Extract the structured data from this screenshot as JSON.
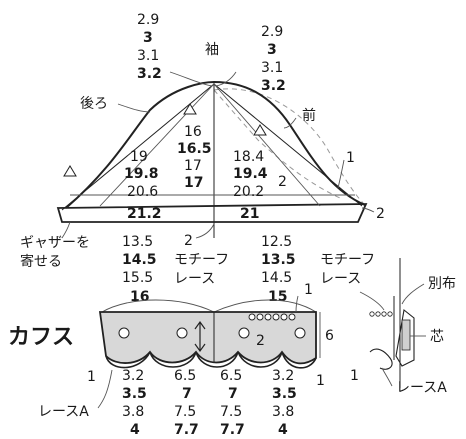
{
  "sleeve": {
    "title": "袖",
    "back_label": "後ろ",
    "front_label": "前",
    "cap_left": [
      "2.9",
      "3",
      "3.1",
      "3.2"
    ],
    "cap_right": [
      "2.9",
      "3",
      "3.1",
      "3.2"
    ],
    "height": [
      "16",
      "16.5",
      "17",
      "17"
    ],
    "back_width": [
      "19",
      "19.8",
      "20.6",
      "21.2"
    ],
    "front_width": [
      "18.4",
      "19.4",
      "20.2",
      "21"
    ],
    "side_left_2": "2",
    "side_right_1": "1",
    "hem_right_2": "2",
    "center_2": "2",
    "gather": [
      "ギャザーを",
      "寄せる"
    ]
  },
  "motif_lace": [
    "モチーフ",
    "レース"
  ],
  "cuff_measure_left": [
    "13.5",
    "14.5",
    "15.5",
    "16"
  ],
  "cuff_measure_right": [
    "12.5",
    "13.5",
    "14.5",
    "15"
  ],
  "cuff": {
    "title": "カフス",
    "height": "6",
    "inner_2": "2",
    "edge_left_1": "1",
    "edge_right_1": "1",
    "top_1": "1",
    "bottom_cols": [
      [
        "3.2",
        "3.5",
        "3.8",
        "4"
      ],
      [
        "6.5",
        "7",
        "7.5",
        "7.7"
      ],
      [
        "6.5",
        "7",
        "7.5",
        "7.7"
      ],
      [
        "3.2",
        "3.5",
        "3.8",
        "4"
      ]
    ],
    "lace_a": "レースA"
  },
  "detail": {
    "motif_lace": [
      "モチーフ",
      "レース"
    ],
    "betsununo": "別布",
    "shin": "芯",
    "lace_a": "レースA",
    "one": "1"
  }
}
